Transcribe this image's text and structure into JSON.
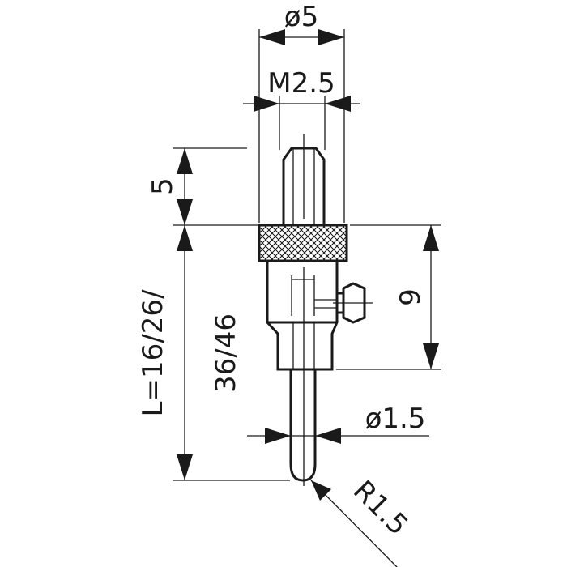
{
  "dimensions": {
    "outer_diameter": "ø5",
    "thread": "M2.5",
    "thread_length": "5",
    "body_length": "9",
    "length_line1": "L=16/26/",
    "length_line2": "36/46",
    "tip_diameter": "ø1.5",
    "tip_radius": "R1.5"
  }
}
